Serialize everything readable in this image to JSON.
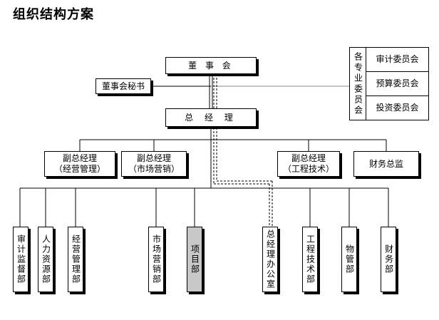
{
  "title": "组织结构方案",
  "board": "董 事 会",
  "secretary": "董事会秘书",
  "ceo": "总 经 理",
  "committee": {
    "label": "各专业委员会",
    "members": [
      "审计委员会",
      "预算委员会",
      "投资委员会"
    ]
  },
  "vps": [
    {
      "line1": "副总经理",
      "line2": "（经营管理）"
    },
    {
      "line1": "副总经理",
      "line2": "（市场营销）"
    },
    {
      "line1": "副总经理",
      "line2": "（工程技术）"
    },
    {
      "line1": "财务总监",
      "line2": ""
    }
  ],
  "departments": [
    "审计监督部",
    "人力资源部",
    "经营管理部",
    "市场营销部",
    "项目部",
    "总经理办公室",
    "工程技术部",
    "物管部",
    "财务部"
  ]
}
